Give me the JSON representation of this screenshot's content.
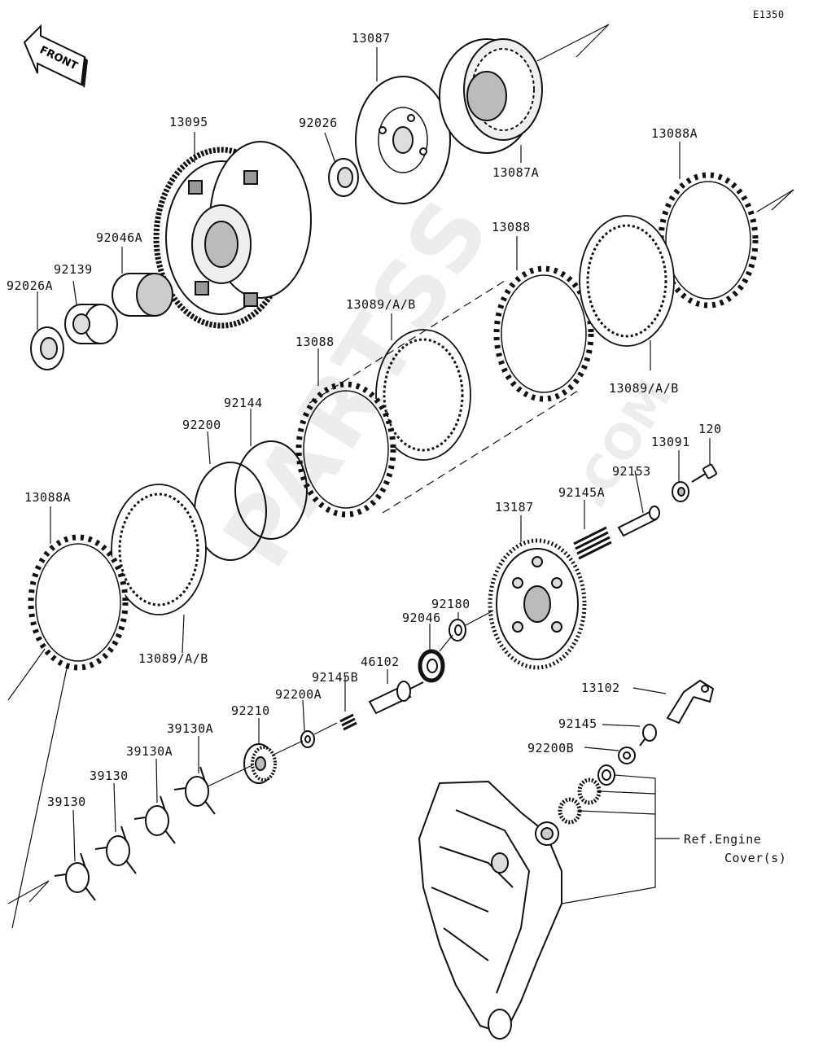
{
  "diagram_code": "E1350",
  "front_label": "FRONT",
  "watermark": {
    "main": "PARTSS",
    "suffix": ".COM"
  },
  "parts": {
    "p13087": "13087",
    "p13087A": "13087A",
    "p13095": "13095",
    "p92026": "92026",
    "p13088A_top": "13088A",
    "p92046A": "92046A",
    "p92139": "92139",
    "p92026A": "92026A",
    "p13088_top": "13088",
    "p13089_mid": "13089/A/B",
    "p13088_mid": "13088",
    "p13089_right": "13089/A/B",
    "p92144": "92144",
    "p92200": "92200",
    "p13088A_left": "13088A",
    "p120": "120",
    "p13091": "13091",
    "p92153": "92153",
    "p92145A": "92145A",
    "p13187": "13187",
    "p13089_left": "13089/A/B",
    "p92180": "92180",
    "p92046": "92046",
    "p46102": "46102",
    "p92145B": "92145B",
    "p92200A": "92200A",
    "p92210": "92210",
    "p39130A_1": "39130A",
    "p39130A_2": "39130A",
    "p39130_1": "39130",
    "p39130_2": "39130",
    "p13102": "13102",
    "p92145": "92145",
    "p92200B": "92200B"
  },
  "ref_note": {
    "line1": "Ref.Engine",
    "line2": "Cover(s)"
  }
}
